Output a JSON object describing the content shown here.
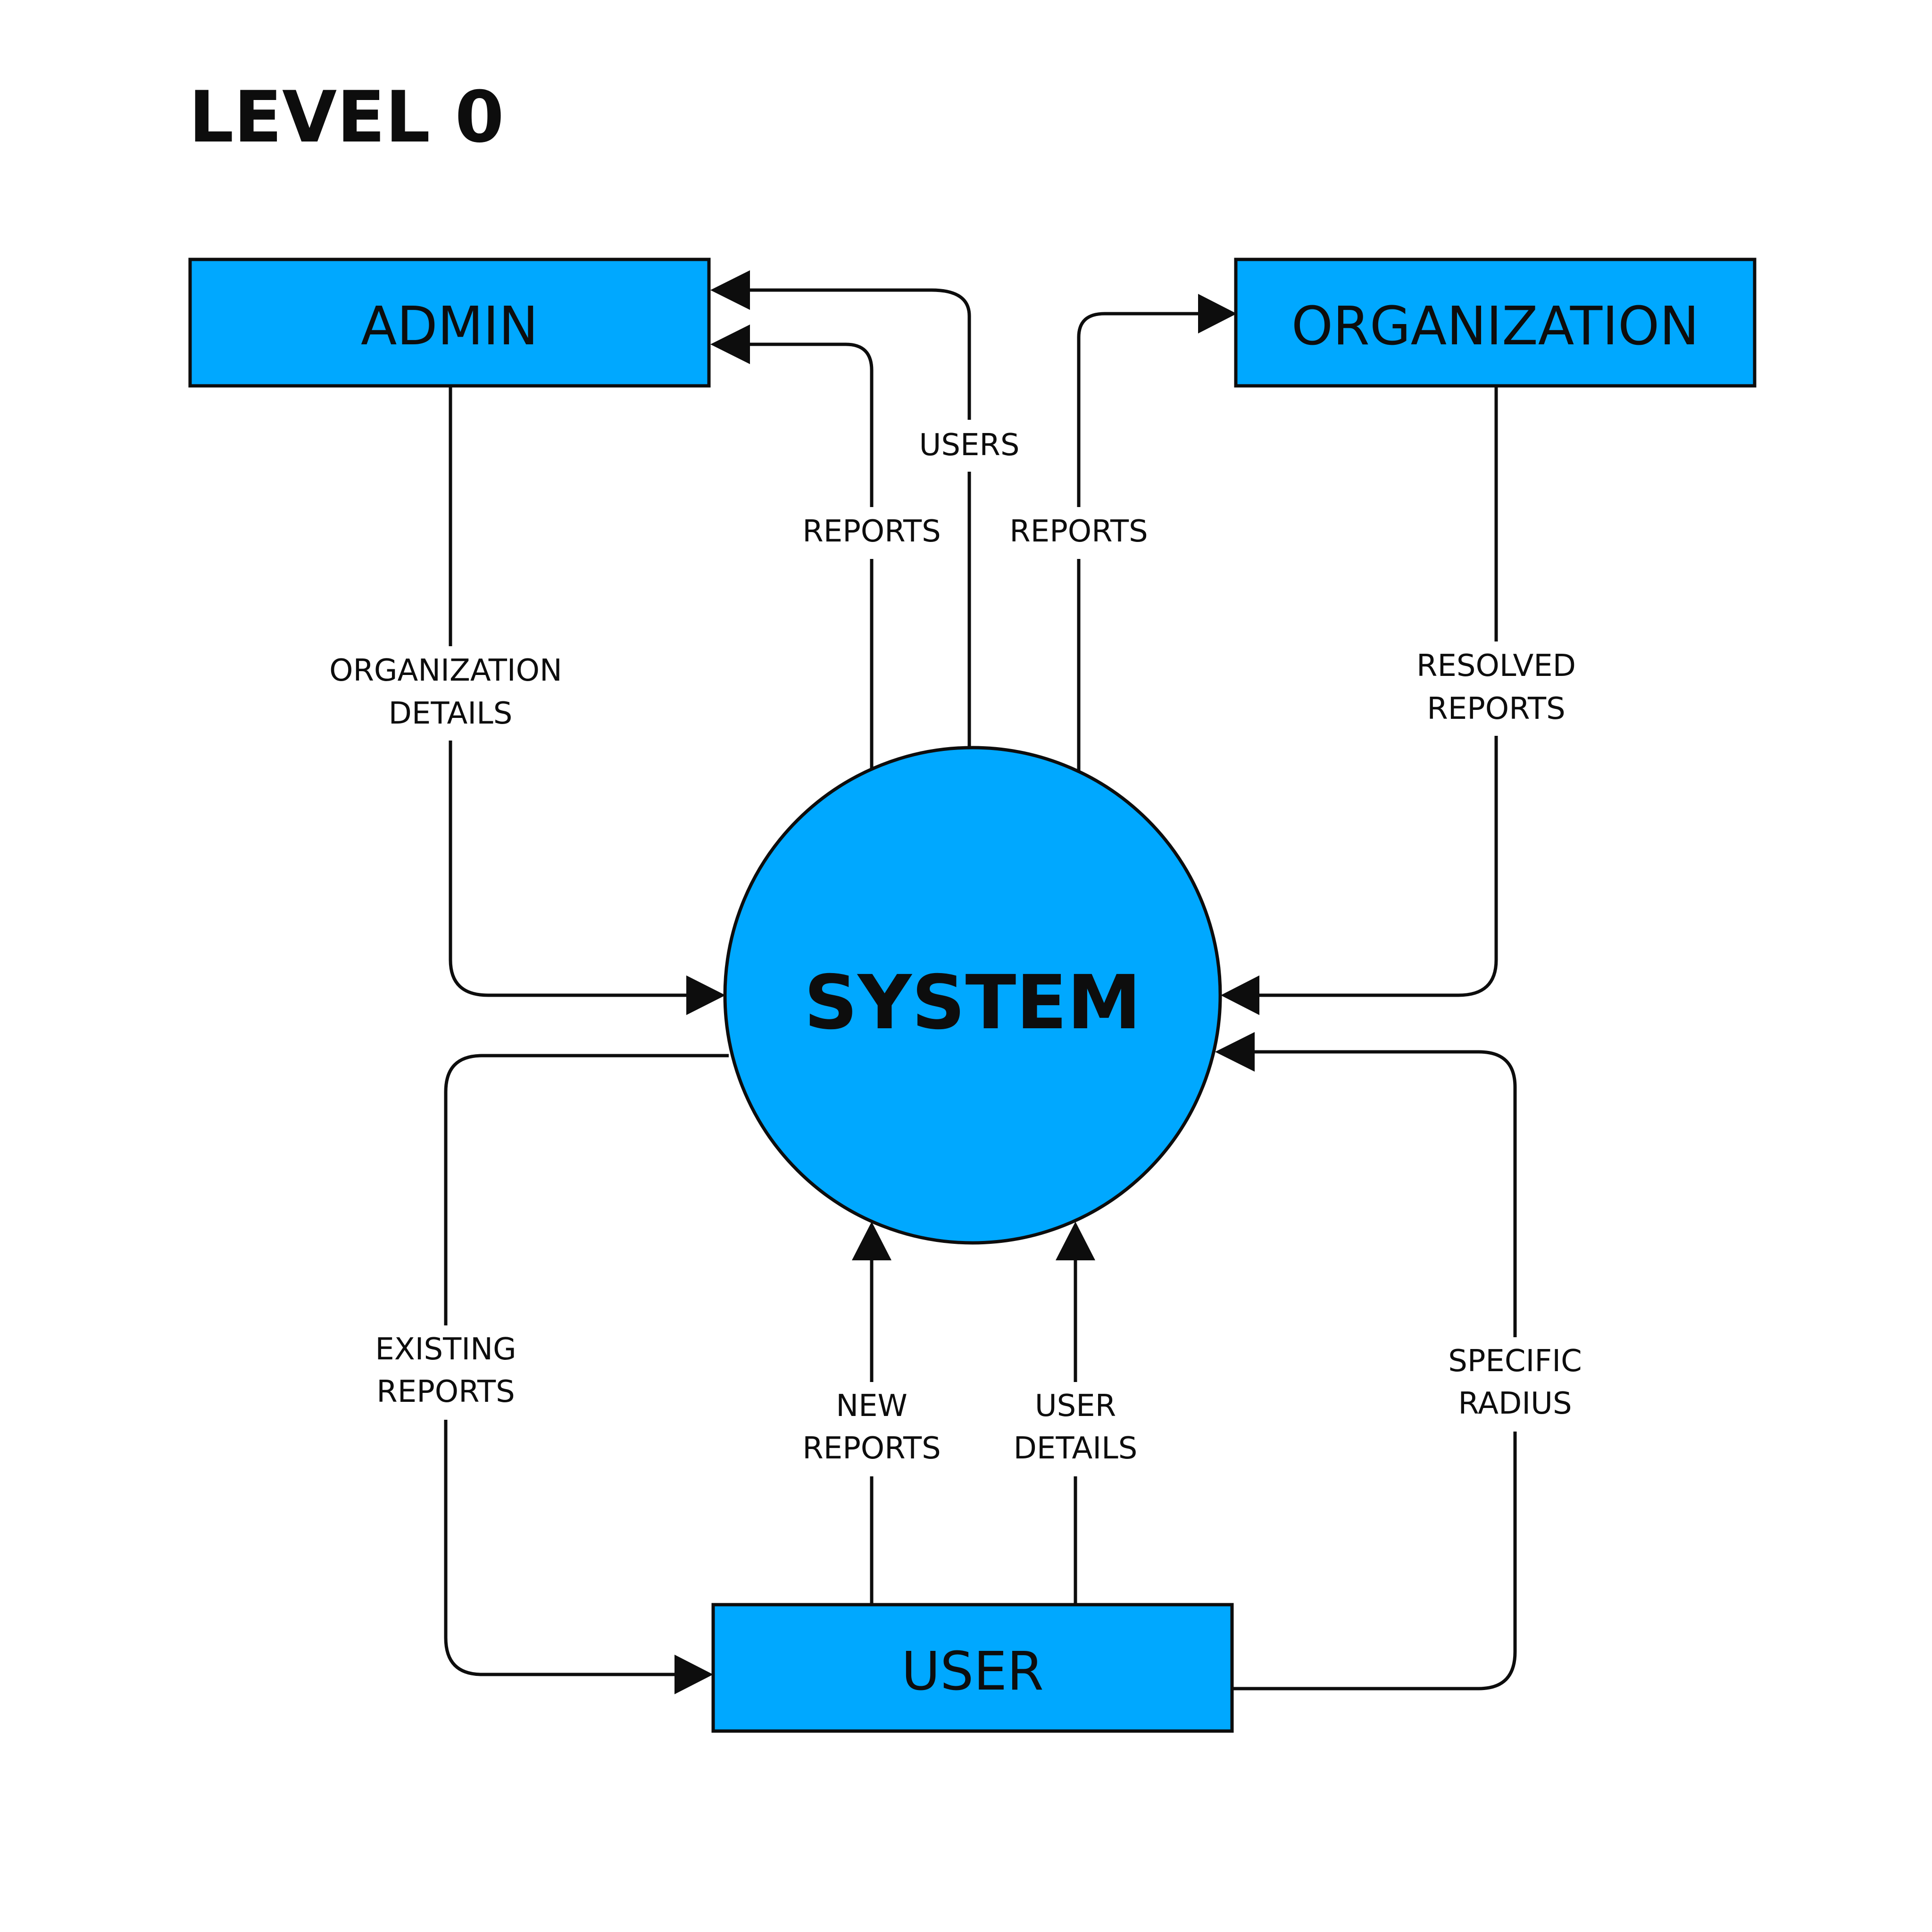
{
  "title": "LEVEL 0",
  "colors": {
    "entity_fill": "#00a8ff",
    "stroke": "#0d0d0d",
    "background": "#ffffff"
  },
  "entities": {
    "admin": "ADMIN",
    "organization": "ORGANIZATION",
    "user": "USER"
  },
  "process": "SYSTEM",
  "flows": {
    "users": [
      "USERS"
    ],
    "system_reports_to_admin": [
      "REPORTS"
    ],
    "system_reports_to_organization": [
      "REPORTS"
    ],
    "organization_details": [
      "ORGANIZATION",
      "DETAILS"
    ],
    "resolved_reports": [
      "RESOLVED",
      "REPORTS"
    ],
    "existing_reports": [
      "EXISTING",
      "REPORTS"
    ],
    "new_reports": [
      "NEW",
      "REPORTS"
    ],
    "user_details": [
      "USER",
      "DETAILS"
    ],
    "specific_radius": [
      "SPECIFIC",
      "RADIUS"
    ]
  }
}
